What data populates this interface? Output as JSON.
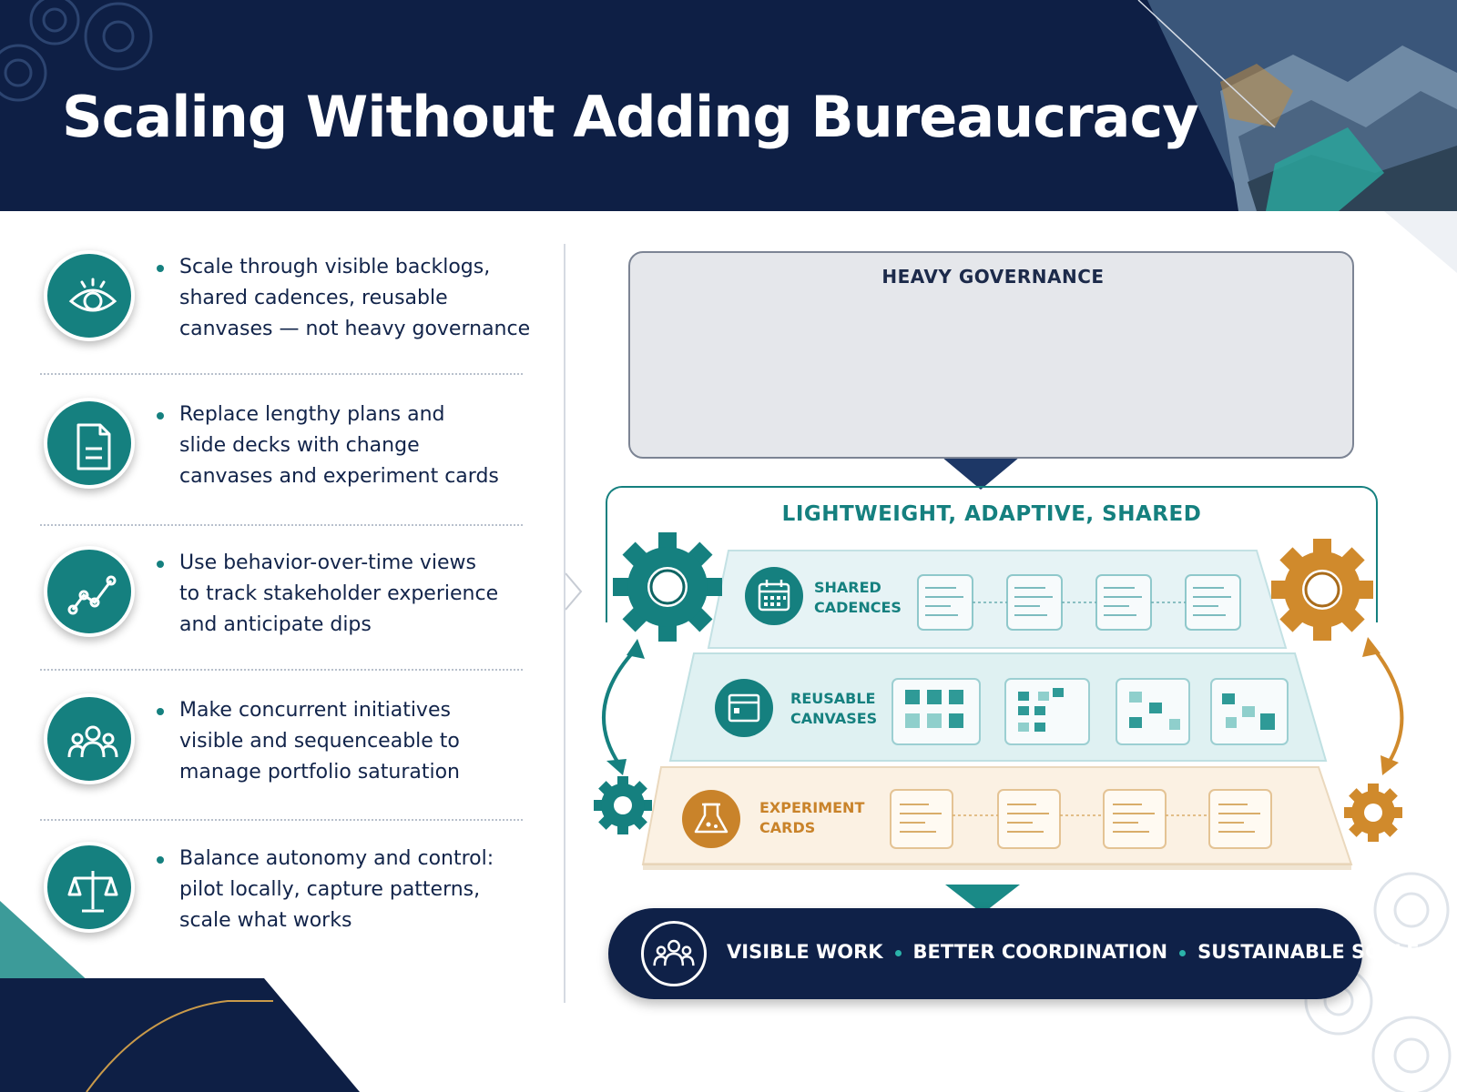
{
  "header": {
    "title": "Scaling Without Adding Bureaucracy"
  },
  "left_items": [
    {
      "icon": "eye-icon",
      "text": "Scale through visible backlogs,\nshared cadences, reusable\ncanvases — not heavy governance"
    },
    {
      "icon": "document-icon",
      "text": "Replace lengthy plans and\nslide decks with change\ncanvases and experiment cards"
    },
    {
      "icon": "trend-line-icon",
      "text": "Use behavior-over-time views\nto track stakeholder experience\nand anticipate dips"
    },
    {
      "icon": "people-group-icon",
      "text": "Make concurrent initiatives\nvisible and sequenceable to\nmanage portfolio saturation"
    },
    {
      "icon": "balance-scale-icon",
      "text": "Balance autonomy and control:\npilot locally, capture patterns,\nscale what works"
    }
  ],
  "diagram": {
    "governance_title": "HEAVY GOVERNANCE",
    "adaptive_title": "LIGHTWEIGHT, ADAPTIVE, SHARED",
    "layers": [
      {
        "label": "SHARED\nCADENCES",
        "icon": "calendar-icon",
        "color": "#15807f"
      },
      {
        "label": "REUSABLE\nCANVASES",
        "icon": "canvas-board-icon",
        "color": "#15807f"
      },
      {
        "label": "EXPERIMENT\nCARDS",
        "icon": "flask-icon",
        "color": "#c9832a"
      }
    ],
    "outcomes": [
      "VISIBLE WORK",
      "BETTER COORDINATION",
      "SUSTAINABLE SCALE"
    ]
  },
  "colors": {
    "navy": "#0e1f45",
    "teal": "#15807f",
    "orange": "#d08a2c"
  }
}
